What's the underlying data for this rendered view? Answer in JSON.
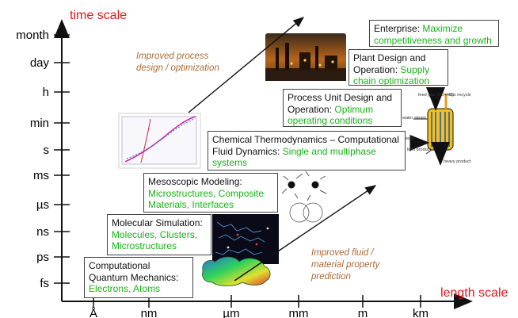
{
  "axes": {
    "y_title": "time scale",
    "x_title": "length scale",
    "y_ticks": [
      "month",
      "day",
      "h",
      "min",
      "s",
      "ms",
      "µs",
      "ns",
      "ps",
      "fs"
    ],
    "x_ticks": [
      "Å",
      "nm",
      "µm",
      "mm",
      "m",
      "km"
    ]
  },
  "notes": {
    "process": "Improved process design / optimization",
    "fluid": "Improved fluid / material property prediction"
  },
  "boxes": {
    "quantum": {
      "title": "Computational Quantum Mechanics:",
      "detail": "Electrons, Atoms"
    },
    "molecular": {
      "title": "Molecular Simulation:",
      "detail": "Molecules, Clusters, Microstructures"
    },
    "mesoscopic": {
      "title": "Mesoscopic Modeling:",
      "detail": "Microstructures, Composite Materials, Interfaces"
    },
    "thermo": {
      "title": "Chemical Thermodynamics – Computational Fluid Dynamics:",
      "detail": "Single and multiphase systems"
    },
    "process_unit": {
      "title": "Process Unit Design and Operation:",
      "detail": "Optimum operating conditions"
    },
    "plant": {
      "title": "Plant Design and Operation:",
      "detail": "Supply chain optimization"
    },
    "enterprise": {
      "title": "Enterprise:",
      "detail": "Maximize competitiveness and growth"
    }
  },
  "reactor_labels": {
    "feed": "feed gas (CO+H2)",
    "wax": "wax recycle",
    "water_steam": "water steam",
    "water": "water",
    "light": "light product",
    "heavy": "heavy product"
  },
  "colors": {
    "axis_title": "#e8141a",
    "box_detail": "#18b418",
    "note": "#b06a32"
  }
}
